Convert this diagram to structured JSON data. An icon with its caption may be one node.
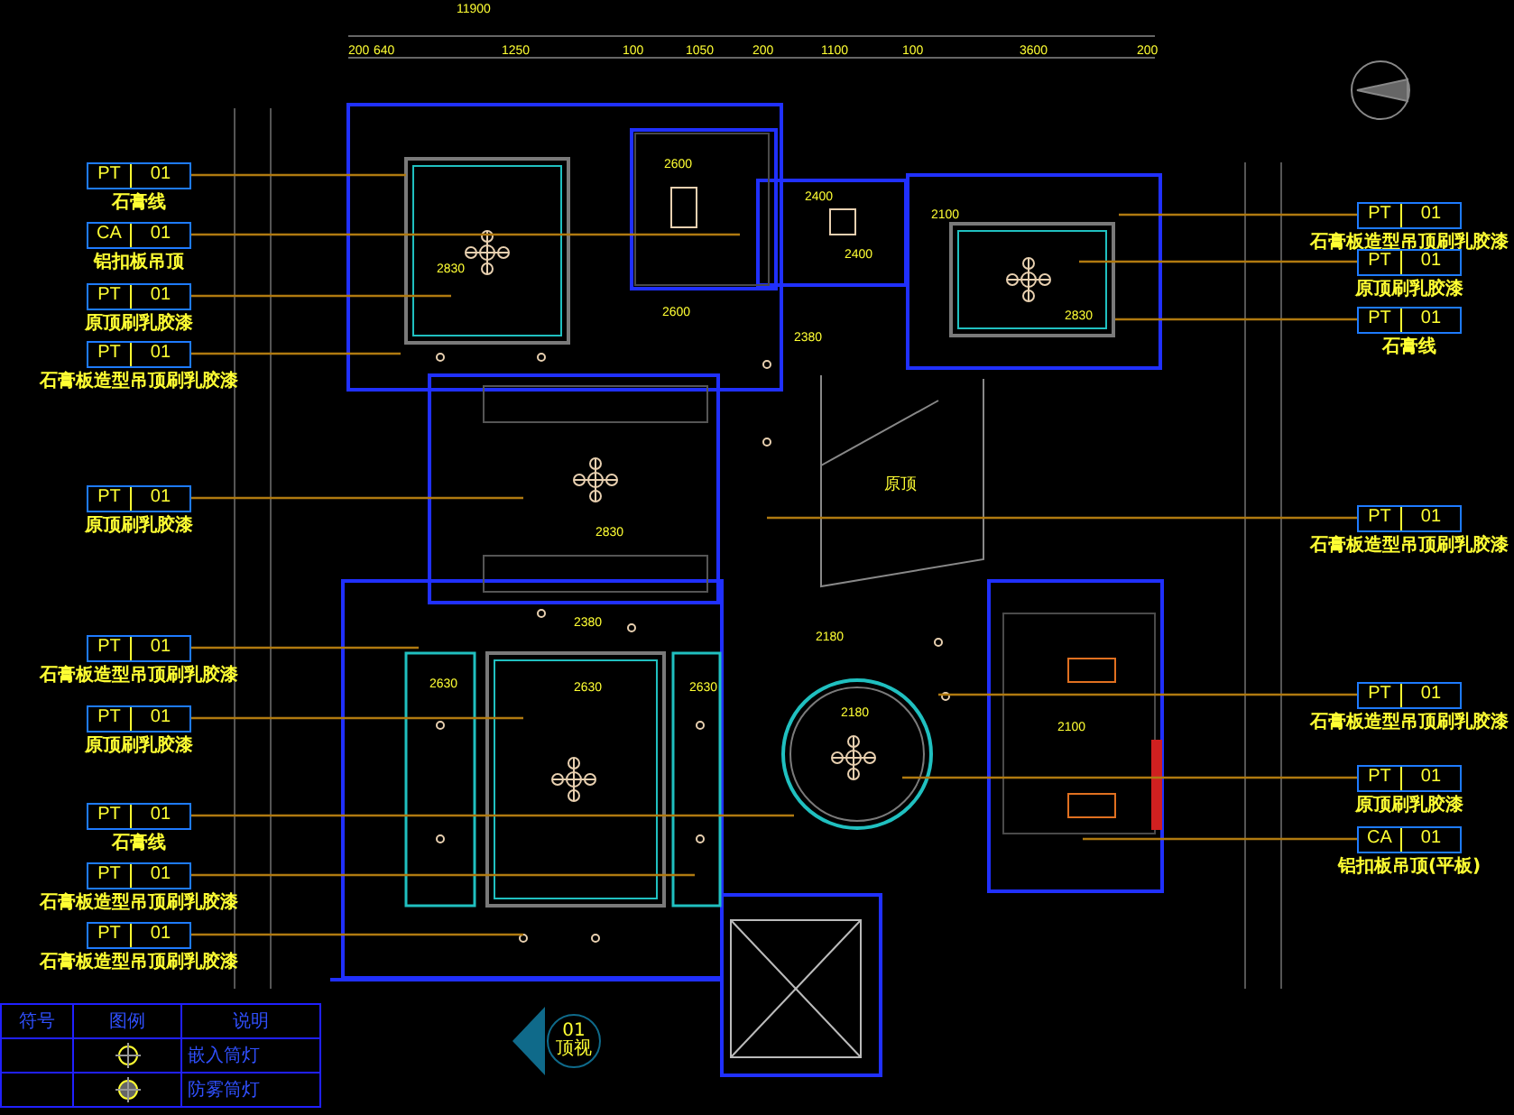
{
  "diagram": {
    "nodes": [
      {
        "text": [
          "PT",
          "01",
          "石膏线"
        ]
      },
      {
        "text": [
          "CA",
          "01",
          "铝扣板吊顶"
        ]
      },
      {
        "text": [
          "PT",
          "01",
          "原顶刷乳胶漆"
        ]
      },
      {
        "text": [
          "PT",
          "01",
          "石膏板造型吊顶刷乳胶漆"
        ]
      },
      {
        "text": [
          "PT",
          "01",
          "原顶刷乳胶漆"
        ]
      },
      {
        "text": [
          "PT",
          "01",
          "石膏板造型吊顶刷乳胶漆"
        ]
      },
      {
        "text": [
          "PT",
          "01",
          "原顶刷乳胶漆"
        ]
      },
      {
        "text": [
          "PT",
          "01",
          "石膏线"
        ]
      },
      {
        "text": [
          "PT",
          "01",
          "石膏板造型吊顶刷乳胶漆"
        ]
      },
      {
        "text": [
          "PT",
          "01",
          "石膏板造型吊顶刷乳胶漆"
        ]
      },
      {
        "text": [
          "PT",
          "01",
          "石膏板造型吊顶刷乳胶漆"
        ]
      },
      {
        "text": [
          "PT",
          "01",
          "原顶刷乳胶漆"
        ]
      },
      {
        "text": [
          "PT",
          "01",
          "石膏线"
        ]
      },
      {
        "text": [
          "PT",
          "01",
          "石膏板造型吊顶刷乳胶漆"
        ]
      },
      {
        "text": [
          "PT",
          "01",
          "石膏板造型吊顶刷乳胶漆"
        ]
      },
      {
        "text": [
          "PT",
          "01",
          "原顶刷乳胶漆"
        ]
      },
      {
        "text": [
          "CA",
          "01",
          "铝扣板吊顶(平板)"
        ]
      },
      {
        "text": [
          "01",
          "顶视"
        ]
      }
    ],
    "edges": [
      {
        "from": 0,
        "to": null,
        "arrow": "none"
      },
      {
        "from": 1,
        "to": null,
        "arrow": "none"
      },
      {
        "from": 2,
        "to": null,
        "arrow": "none"
      },
      {
        "from": 3,
        "to": null,
        "arrow": "none"
      },
      {
        "from": 4,
        "to": null,
        "arrow": "none"
      },
      {
        "from": 5,
        "to": null,
        "arrow": "none"
      },
      {
        "from": 6,
        "to": null,
        "arrow": "none"
      },
      {
        "from": 7,
        "to": null,
        "arrow": "none"
      },
      {
        "from": 8,
        "to": null,
        "arrow": "none"
      },
      {
        "from": 9,
        "to": null,
        "arrow": "none"
      },
      {
        "from": 10,
        "to": null,
        "arrow": "none"
      },
      {
        "from": 11,
        "to": null,
        "arrow": "none"
      },
      {
        "from": 12,
        "to": null,
        "arrow": "none"
      },
      {
        "from": 13,
        "to": null,
        "arrow": "none"
      },
      {
        "from": 14,
        "to": null,
        "arrow": "none"
      },
      {
        "from": 15,
        "to": null,
        "arrow": "none"
      },
      {
        "from": 16,
        "to": null,
        "arrow": "none"
      }
    ],
    "labels": [
      "11900",
      "200",
      "640",
      "1250",
      "100",
      "1050",
      "200",
      "1100",
      "100",
      "3600",
      "200",
      "2600",
      "2400",
      "2100",
      "2400",
      "2830",
      "2600",
      "2830",
      "2380",
      "原顶",
      "2830",
      "2380",
      "2180",
      "2630",
      "2630",
      "2630",
      "2180",
      "2100",
      "符号",
      "图例",
      "说明",
      "嵌入筒灯",
      "防雾筒灯"
    ]
  }
}
